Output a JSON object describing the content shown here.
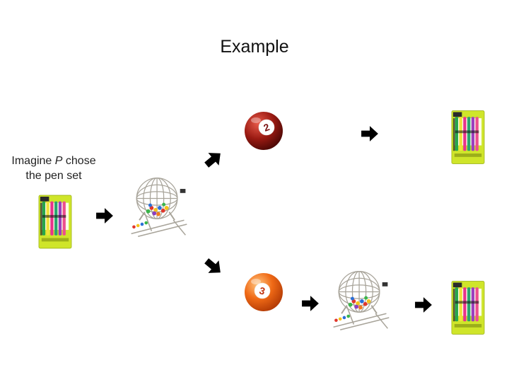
{
  "title": "Example",
  "caption": {
    "line1_prefix": "Imagine ",
    "line1_var": "P",
    "line1_suffix": " chose",
    "line2": "the pen set"
  },
  "balls": {
    "ball_2": {
      "label": "2",
      "color": "#9a1a12"
    },
    "ball_3": {
      "label": "3",
      "color": "#f06a16"
    }
  },
  "colors": {
    "pen_card": "#c8e021",
    "pen_colors": [
      "#27a64a",
      "#f0e23a",
      "#e8338b",
      "#2aa36e",
      "#9b3fbf",
      "#ec4f8f"
    ],
    "arrow": "#000000"
  },
  "icons": [
    "pen-set-icon",
    "bingo-cage-icon",
    "bingo-ball-icon",
    "arrow-right-icon"
  ]
}
